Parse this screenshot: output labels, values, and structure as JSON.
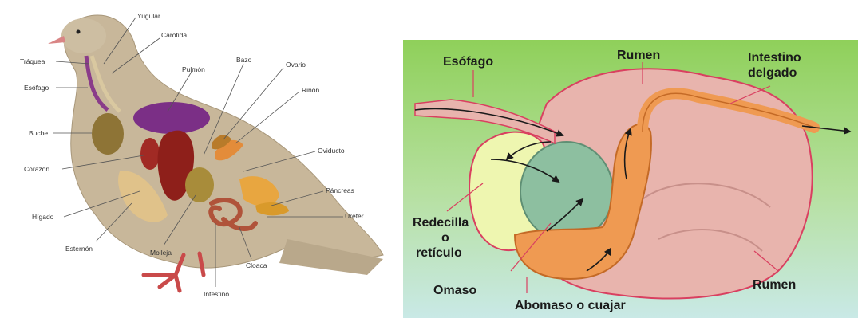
{
  "bird_diagram": {
    "labels": {
      "yugular": "Yugular",
      "carotida": "Carotida",
      "traquea": "Tráquea",
      "esofago": "Esófago",
      "pulmon": "Pulmón",
      "bazo": "Bazo",
      "ovario": "Ovario",
      "rinon": "Riñón",
      "buche": "Buche",
      "oviducto": "Oviducto",
      "corazon": "Corazón",
      "pancreas": "Páncreas",
      "higado": "Hígado",
      "ureter": "Uréter",
      "esternon": "Esternón",
      "molleja": "Molleja",
      "cloaca": "Cloaca",
      "intestino": "Intestino"
    },
    "colors": {
      "body": "#c8b79a",
      "liver": "#8e1f1a",
      "lung": "#7b2f86",
      "crop": "#8e7436",
      "gizzard": "#a88c3a",
      "intestine": "#b0533a",
      "pancreas": "#d99a2b",
      "feet": "#c94a4a"
    }
  },
  "rumen_diagram": {
    "labels": {
      "esofago": "Esófago",
      "rumen_top": "Rumen",
      "intestino_line1": "Intestino",
      "intestino_line2": "delgado",
      "redecilla_line1": "Redecilla",
      "redecilla_line2": "o",
      "redecilla_line3": "retículo",
      "omaso": "Omaso",
      "abomaso": "Abomaso o cuajar",
      "rumen_bottom": "Rumen"
    },
    "colors": {
      "background_top": "#8fd05a",
      "background_bottom": "#c9e9e6",
      "rumen": "#e8b4ad",
      "reticulum": "#eef6b0",
      "omasum": "#8dbfa0",
      "abomasum": "#ef9a52",
      "outline": "#d94060"
    }
  }
}
